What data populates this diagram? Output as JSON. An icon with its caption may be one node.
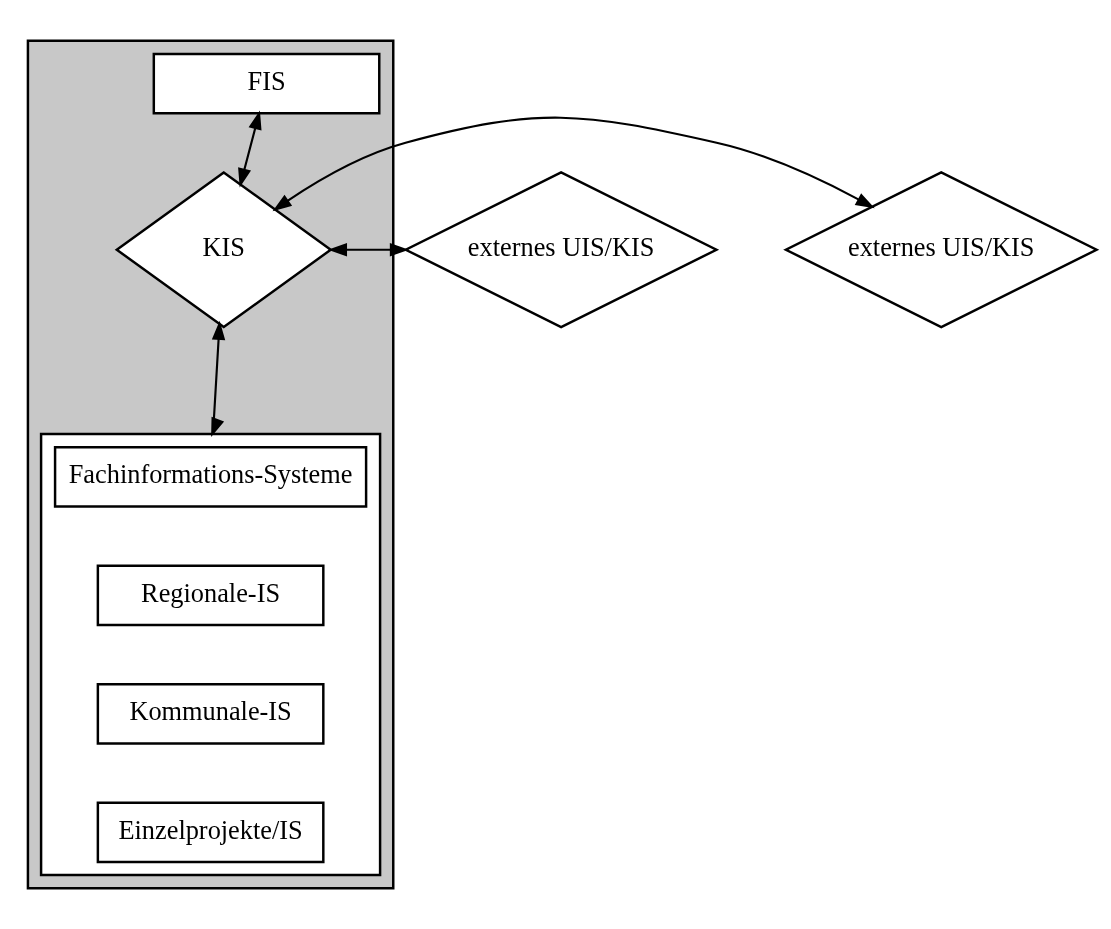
{
  "diagram": {
    "nodes": [
      {
        "text": [],
        "shape": "box"
      },
      {
        "text": [
          "FIS"
        ],
        "in": 0
      },
      {
        "text": [
          "externes UIS/KIS"
        ]
      },
      {
        "text": [
          "KIS"
        ],
        "in": 0
      },
      {
        "text": [
          "externes UIS/KIS"
        ]
      },
      {
        "text": [],
        "shape": "box",
        "in": 0
      },
      {
        "text": [
          "Fachinformations-Systeme"
        ],
        "in": 5
      },
      {
        "text": [
          "Regionale-IS"
        ],
        "in": 5
      },
      {
        "text": [
          "Kommunale-IS"
        ],
        "in": 5
      },
      {
        "text": [
          "Einzelprojekte/IS"
        ],
        "in": 5
      }
    ],
    "edges": [
      {
        "from": 1,
        "to": 3,
        "arrow": "both"
      },
      {
        "from": 2,
        "to": 3,
        "arrow": "both"
      },
      {
        "from": 3,
        "to": 4,
        "arrow": "both"
      },
      {
        "from": 3,
        "to": 5,
        "arrow": "both"
      }
    ]
  }
}
